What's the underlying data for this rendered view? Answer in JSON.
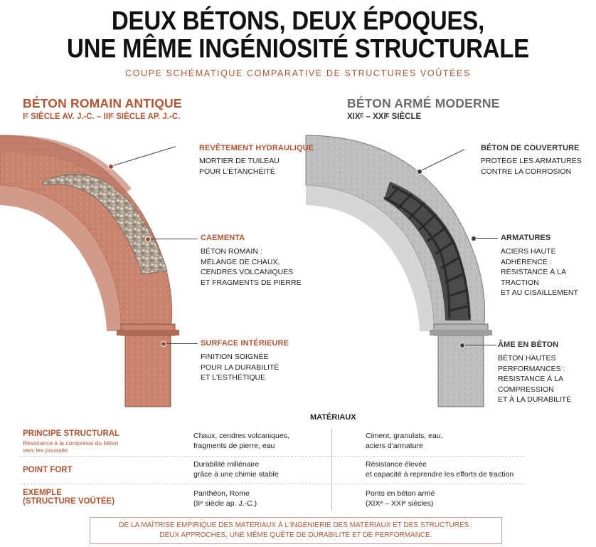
{
  "title_line1": "DEUX BÉTONS, DEUX ÉPOQUES,",
  "title_line2": "UNE MÊME INGÉNIOSITÉ STRUCTURALE",
  "subtitle": "COUPE SCHÉMATIQUE COMPARATIVE DE STRUCTURES VOÛTÉES",
  "left": {
    "heading": "BÉTON ROMAIN ANTIQUE",
    "era": "Iᴱ SIÈCLE AV. J.-C. – IIIᴱ SIÈCLE AP. J.-C.",
    "callouts": [
      {
        "title": "REVÊTEMENT HYDRAULIQUE",
        "lines": [
          "MORTIER DE TUILEAU",
          "POUR L'ÉTANCHÉITÉ"
        ]
      },
      {
        "title": "CAEMENTA",
        "lines": [
          "BÉTON ROMAIN :",
          "MÉLANGE DE CHAUX,",
          "CENDRES VOLCANIQUES",
          "ET FRAGMENTS DE PIERRE"
        ]
      },
      {
        "title": "SURFACE INTÉRIEURE",
        "lines": [
          "FINITION SOIGNÉE",
          "POUR LA DURABILITÉ",
          "ET L'ESTHÉTIQUE"
        ]
      }
    ]
  },
  "right": {
    "heading": "BÉTON ARMÉ MODERNE",
    "era": "XIXᴱ – XXIᴱ SIÈCLE",
    "callouts": [
      {
        "title": "BÉTON DE COUVERTURE",
        "lines": [
          "PROTÈGE LES ARMATURES",
          "CONTRE LA CORROSION"
        ]
      },
      {
        "title": "ARMATURES",
        "lines": [
          "ACIERS HAUTE ADHÉRENCE :",
          "RÉSISTANCE À LA TRACTION",
          "ET AU CISAILLEMENT"
        ]
      },
      {
        "title": "ÂME EN BÉTON",
        "lines": [
          "BÉTON HAUTES PERFORMANCES :",
          "RÉSISTANCE À LA COMPRESSION",
          "ET À LA DURABILITÉ"
        ]
      }
    ]
  },
  "materials": {
    "heading": "MATÉRIAUX",
    "rows": [
      {
        "label": "PRINCIPE STRUCTURAL",
        "note": "Résistance à la compressi du béton vers les poussés",
        "roman": [
          "Chaux, cendres volcaniques,",
          "fragments de pierre, eau"
        ],
        "modern": [
          "Ciment, granulats, eau,",
          "aciers d'armature"
        ]
      },
      {
        "label": "POINT FORT",
        "note": "",
        "roman": [
          "Durabilité millénaire",
          "grâce à une chimie stable"
        ],
        "modern": [
          "Résistance élevée",
          "et capacité à reprendre les efforts de traction"
        ]
      },
      {
        "label": "EXEMPLE",
        "label2": "(STRUCTURE VOÛTÉE)",
        "note": "",
        "roman": [
          "Panthéon, Rome",
          "(IIᵉ siècle ap. J.-C.)"
        ],
        "modern": [
          "Ponts en béton armé",
          "(XIXᵉ – XXIᵉ siècles)"
        ]
      }
    ]
  },
  "footer": {
    "line1": "DE LA MAÎTRISE EMPIRIQUE DES MATÉRIAUX À L'INGÉNIERIE DES MATÉRIAUX ET DES STRUCTURES :",
    "line2": "DEUX APPROCHES, UNE MÊME QUÊTE DE DURABILITÉ ET DE PERFORMANCE."
  }
}
